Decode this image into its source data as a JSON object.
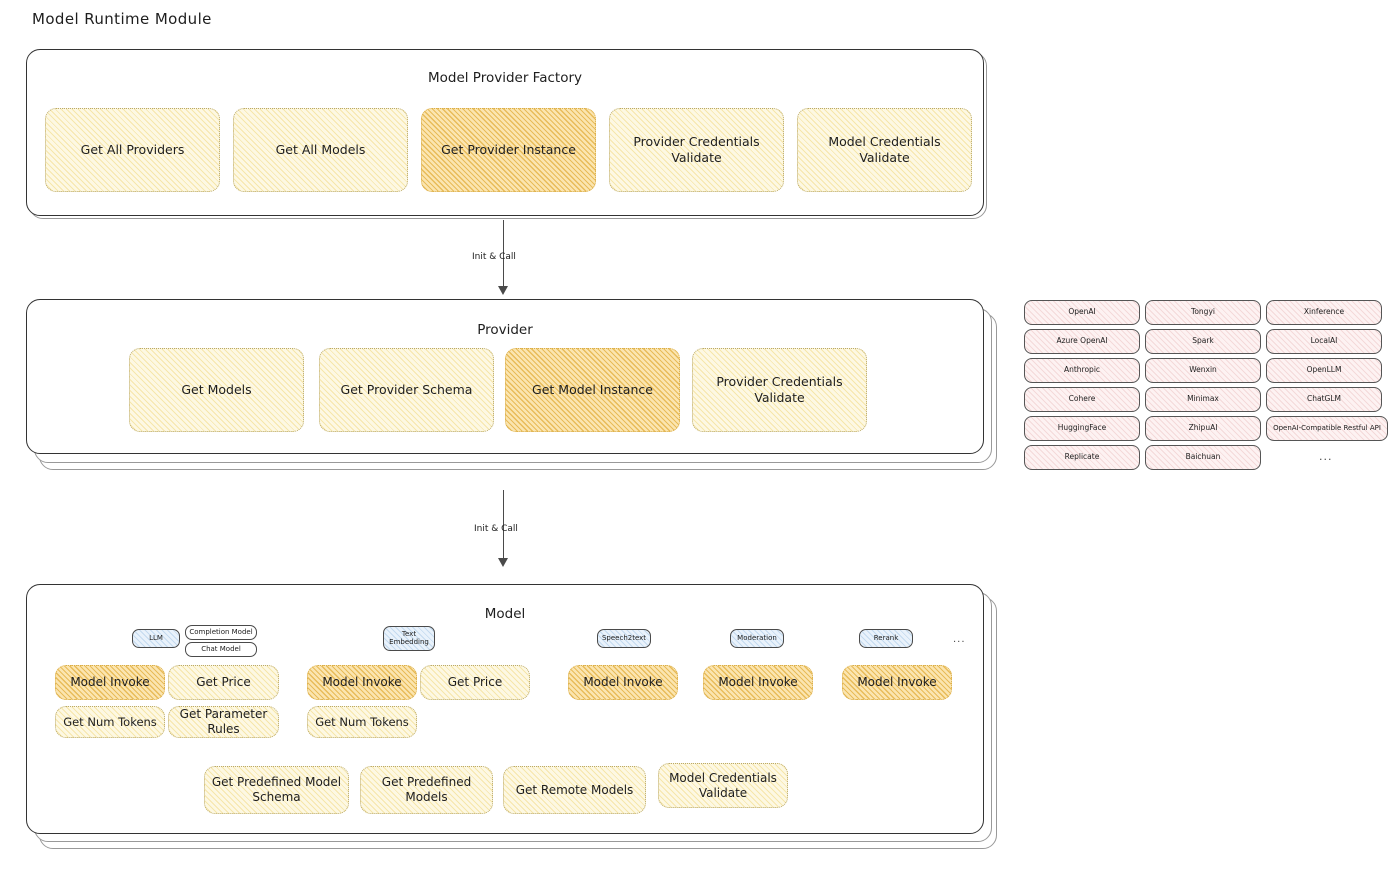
{
  "page": {
    "title": "Model Runtime Module"
  },
  "factory": {
    "title": "Model Provider Factory",
    "nodes": [
      {
        "label": "Get All Providers",
        "highlight": false
      },
      {
        "label": "Get All Models",
        "highlight": false
      },
      {
        "label": "Get Provider Instance",
        "highlight": true
      },
      {
        "label": "Provider Credentials Validate",
        "highlight": false
      },
      {
        "label": "Model Credentials Validate",
        "highlight": false
      }
    ]
  },
  "arrow1": {
    "label": "Init & Call"
  },
  "provider": {
    "title": "Provider",
    "nodes": [
      {
        "label": "Get Models",
        "highlight": false
      },
      {
        "label": "Get Provider Schema",
        "highlight": false
      },
      {
        "label": "Get Model Instance",
        "highlight": true
      },
      {
        "label": "Provider Credentials Validate",
        "highlight": false
      }
    ]
  },
  "arrow2": {
    "label": "Init & Call"
  },
  "provider_list": {
    "column1": [
      "OpenAI",
      "Azure OpenAI",
      "Anthropic",
      "Cohere",
      "HuggingFace",
      "Replicate"
    ],
    "column2": [
      "Tongyi",
      "Spark",
      "Wenxin",
      "Minimax",
      "ZhipuAI",
      "Baichuan"
    ],
    "column3": [
      "Xinference",
      "LocalAI",
      "OpenLLM",
      "ChatGLM",
      "OpenAI-Compatible Restful API"
    ],
    "more": "..."
  },
  "model": {
    "title": "Model",
    "more": "...",
    "capabilities": [
      {
        "name": "LLM",
        "sub": [
          "Completion Model",
          "Chat Model"
        ]
      },
      {
        "name": "Text Embedding",
        "sub": []
      },
      {
        "name": "Speech2text",
        "sub": []
      },
      {
        "name": "Moderation",
        "sub": []
      },
      {
        "name": "Rerank",
        "sub": []
      }
    ],
    "methods": {
      "llm": [
        {
          "label": "Model Invoke",
          "highlight": true
        },
        {
          "label": "Get Price",
          "highlight": false
        },
        {
          "label": "Get Num Tokens",
          "highlight": false
        },
        {
          "label": "Get Parameter Rules",
          "highlight": false
        }
      ],
      "text_embedding": [
        {
          "label": "Model Invoke",
          "highlight": true
        },
        {
          "label": "Get Price",
          "highlight": false
        },
        {
          "label": "Get Num Tokens",
          "highlight": false
        }
      ],
      "speech2text": [
        {
          "label": "Model Invoke",
          "highlight": true
        }
      ],
      "moderation": [
        {
          "label": "Model Invoke",
          "highlight": true
        }
      ],
      "rerank": [
        {
          "label": "Model Invoke",
          "highlight": true
        }
      ]
    },
    "shared": [
      {
        "label": "Get Predefined Model Schema",
        "highlight": false
      },
      {
        "label": "Get Predefined Models",
        "highlight": false
      },
      {
        "label": "Get Remote Models",
        "highlight": false
      },
      {
        "label": "Model Credentials Validate",
        "highlight": false
      }
    ]
  },
  "colors": {
    "node_fill": "#fdf8e3",
    "node_highlight_fill": "#fbe5b0",
    "chip_blue_fill": "#e9f2fb",
    "chip_pink_fill": "#fdf2f2",
    "stroke": "#1e1e1e"
  }
}
